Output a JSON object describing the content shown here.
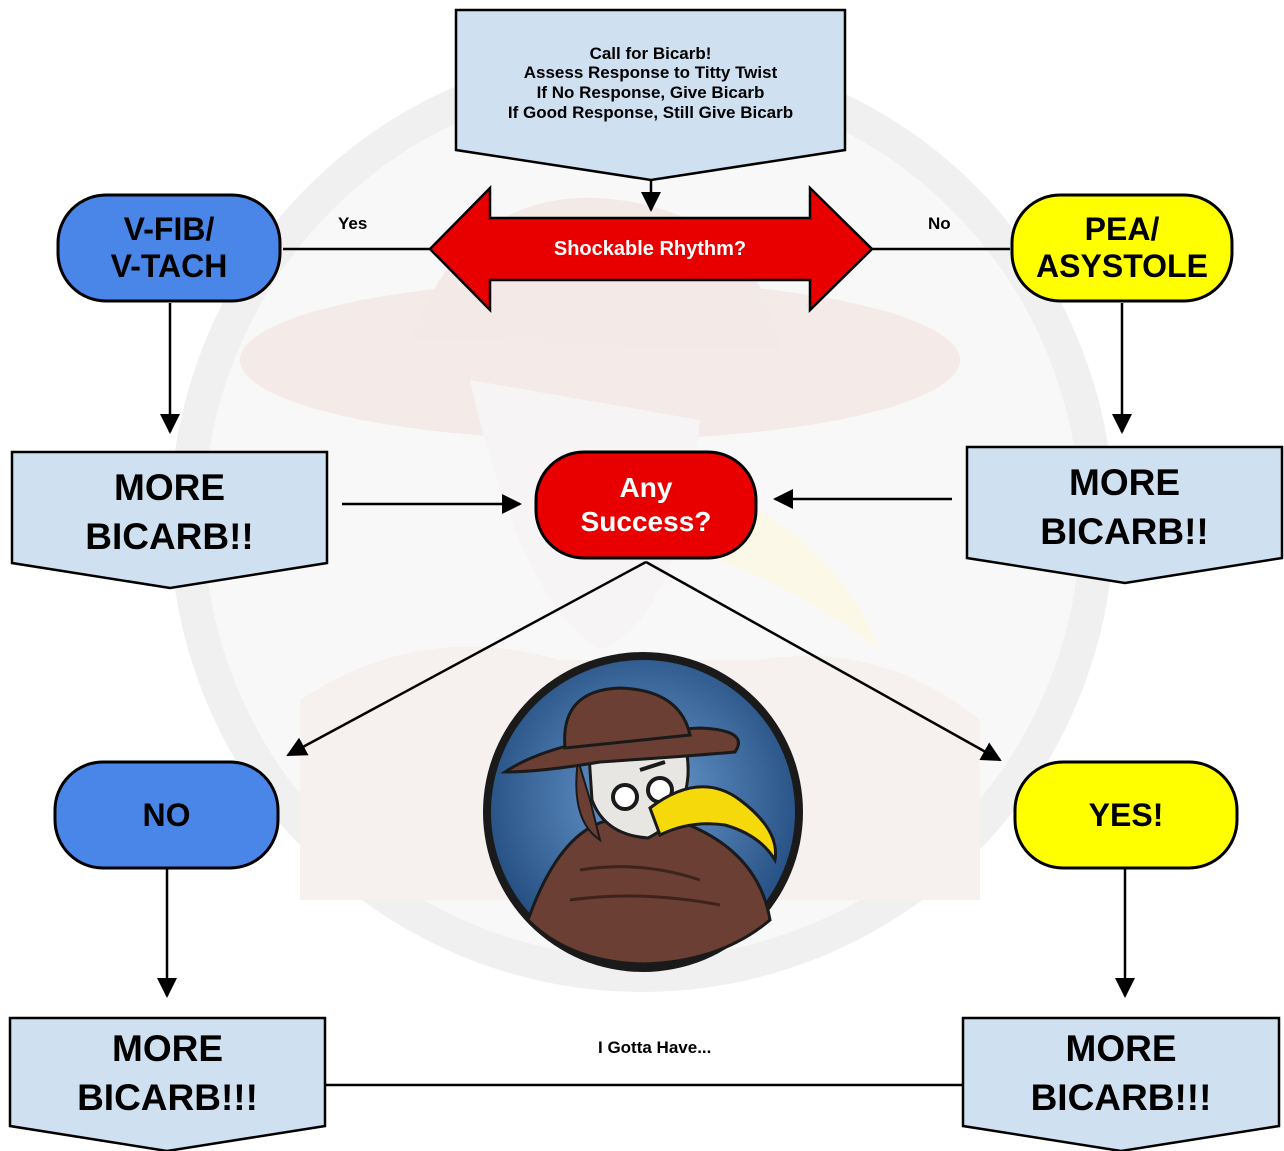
{
  "top_box": {
    "lines": [
      "Call for Bicarb!",
      "Assess Response to Titty Twist",
      "If No Response, Give Bicarb",
      "If Good Response, Still Give Bicarb"
    ]
  },
  "decision": {
    "label": "Shockable Rhythm?"
  },
  "edge_labels": {
    "yes": "Yes",
    "no": "No",
    "bottom": "I Gotta Have..."
  },
  "left_rhythm": {
    "lines": [
      "V-FIB/",
      "V-TACH"
    ]
  },
  "right_rhythm": {
    "lines": [
      "PEA/",
      "ASYSTOLE"
    ]
  },
  "mid_left_box": {
    "lines": [
      "MORE",
      "BICARB!!"
    ]
  },
  "mid_right_box": {
    "lines": [
      "MORE",
      "BICARB!!"
    ]
  },
  "success": {
    "lines": [
      "Any",
      "Success?"
    ]
  },
  "outcome_no": {
    "label": "NO"
  },
  "outcome_yes": {
    "label": "YES!"
  },
  "bottom_left_box": {
    "lines": [
      "MORE",
      "BICARB!!!"
    ]
  },
  "bottom_right_box": {
    "lines": [
      "MORE",
      "BICARB!!!"
    ]
  },
  "colors": {
    "box_fill": "#cfe0f1",
    "blue_pill": "#4a86e8",
    "yellow_pill": "#ffff00",
    "red": "#e80000",
    "watermark": "#f3eeee",
    "medallion_bg": "#3d6fa8"
  }
}
